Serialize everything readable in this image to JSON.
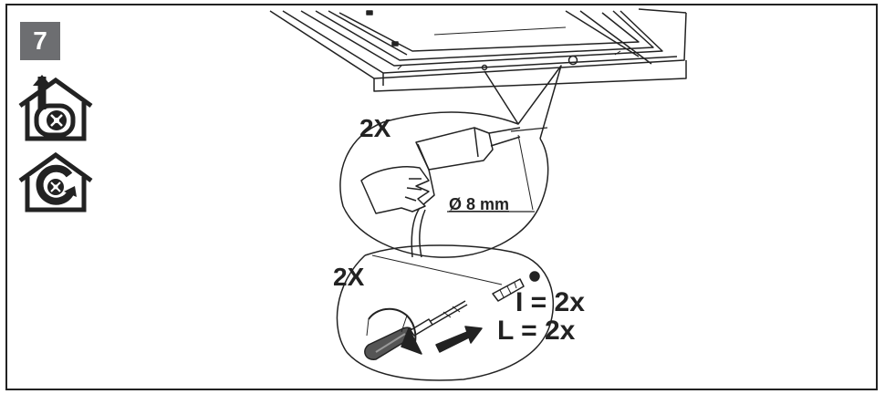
{
  "step": {
    "number": "7"
  },
  "icons": {
    "extraction_mode": "house-extraction-icon",
    "recirculation_mode": "house-recirculation-icon"
  },
  "labels": {
    "drill_count": "2X",
    "drill_diameter": "Ø 8 mm",
    "fixing_count": "2X",
    "plug_qty": "I = 2x",
    "screw_qty": "L = 2x"
  },
  "colors": {
    "badge_bg": "#6d6e71",
    "line": "#222222"
  }
}
